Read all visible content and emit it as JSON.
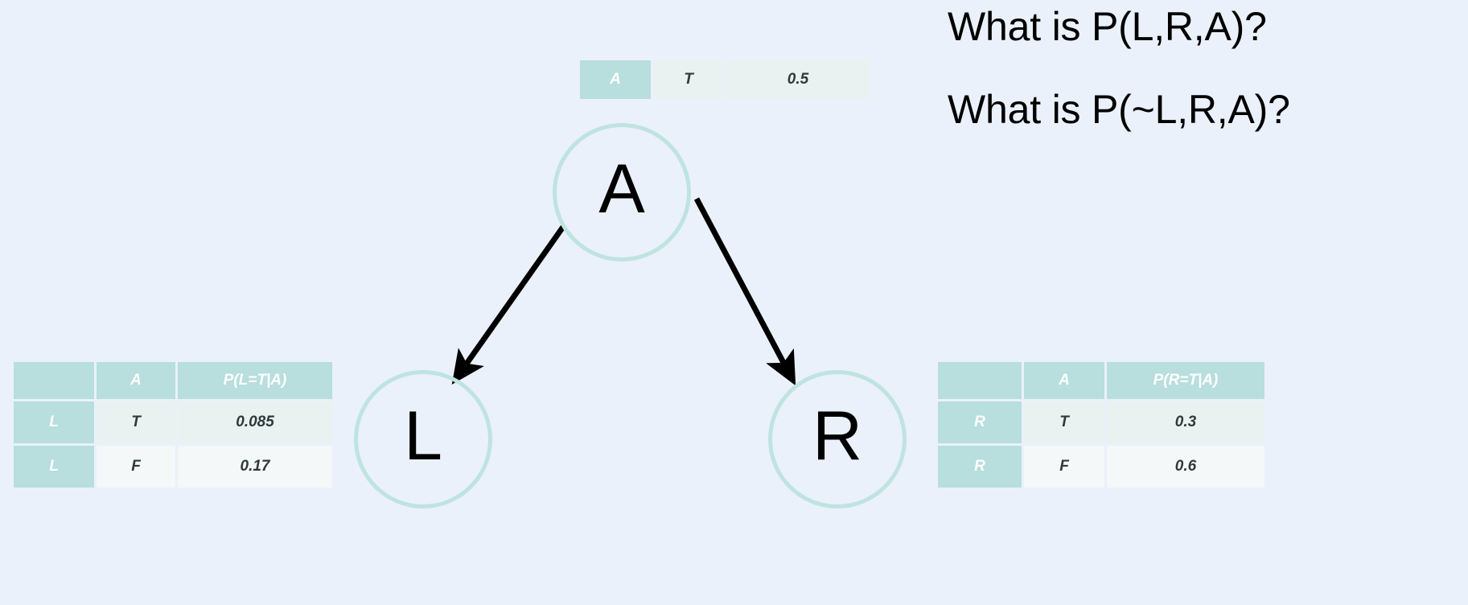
{
  "slide": {
    "background_color": "#eaf1fa",
    "node_stroke_color": "#bfe3e0",
    "table_header_color": "#b8dede",
    "table_cell_color_odd": "#e9f2f1",
    "table_cell_color_even": "#f4f8f9"
  },
  "questions": [
    {
      "text": "What is P(L,R,A)?"
    },
    {
      "text": "What is P(~L,R,A)?"
    }
  ],
  "nodes": [
    {
      "id": "A",
      "label": "A"
    },
    {
      "id": "L",
      "label": "L"
    },
    {
      "id": "R",
      "label": "R"
    }
  ],
  "edges": [
    {
      "from": "A",
      "to": "L"
    },
    {
      "from": "A",
      "to": "R"
    }
  ],
  "tables": {
    "a_prior": {
      "headers": [
        "",
        "A",
        ""
      ],
      "rows": [
        {
          "cells": [
            "A",
            "T",
            "0.5"
          ]
        }
      ]
    },
    "l_cpt": {
      "headers": [
        "",
        "A",
        "P(L=T|A)"
      ],
      "rows": [
        {
          "cells": [
            "L",
            "T",
            "0.085"
          ]
        },
        {
          "cells": [
            "L",
            "F",
            "0.17"
          ]
        }
      ]
    },
    "r_cpt": {
      "headers": [
        "",
        "A",
        "P(R=T|A)"
      ],
      "rows": [
        {
          "cells": [
            "R",
            "T",
            "0.3"
          ]
        },
        {
          "cells": [
            "R",
            "F",
            "0.6"
          ]
        }
      ]
    }
  }
}
